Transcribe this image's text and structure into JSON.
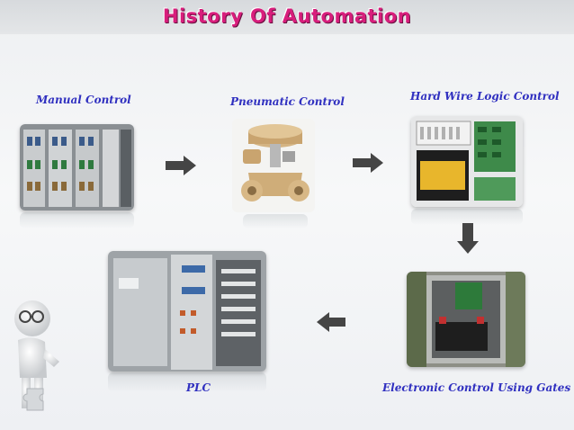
{
  "slide": {
    "title": "History  Of Automation",
    "steps": [
      {
        "label": "Manual Control",
        "icon": "manual-control-panel-photo"
      },
      {
        "label": "Pneumatic Control",
        "icon": "pneumatic-valve-photo"
      },
      {
        "label": "Hard Wire Logic Control",
        "icon": "hard-wire-logic-board-photo"
      },
      {
        "label": "Electronic Control Using Gates",
        "icon": "electronic-control-cabinet-photo"
      },
      {
        "label": "PLC",
        "icon": "plc-cabinet-photo"
      }
    ]
  },
  "colors": {
    "title": "#d81e7c",
    "label": "#3030c0",
    "arrow": "#454545"
  }
}
